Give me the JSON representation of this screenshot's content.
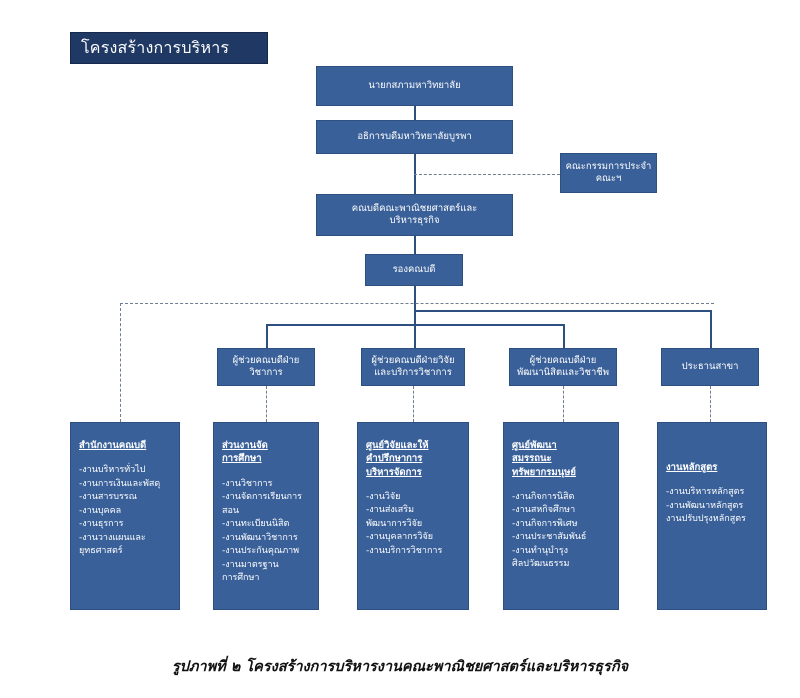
{
  "title_chip": {
    "label": "โครงสร้างการบริหาร"
  },
  "colors": {
    "box_fill": "#3a6099",
    "box_border": "#2e5080",
    "title_fill": "#1f3864",
    "connector": "#2e5080",
    "dashed_connector": "#6f7e93",
    "text": "#ffffff",
    "background": "#ffffff"
  },
  "nodes": {
    "council_president": {
      "label": "นายกสภามหาวิทยาลัย"
    },
    "university_president": {
      "label": "อธิการบดีมหาวิทยาลัยบูรพา"
    },
    "faculty_committee": {
      "label": "คณะกรรมการประจำ\nคณะฯ"
    },
    "dean": {
      "label": "คณบดีคณะพาณิชยศาสตร์และ\nบริหารธุรกิจ"
    },
    "vice_dean": {
      "label": "รองคณบดี"
    },
    "assistant_academic": {
      "label": "ผู้ช่วยคณบดีฝ่าย\nวิชาการ"
    },
    "assistant_research": {
      "label": "ผู้ช่วยคณบดีฝ่ายวิจัย\nและบริการวิชาการ"
    },
    "assistant_student": {
      "label": "ผู้ช่วยคณบดีฝ่าย\nพัฒนานิสิตและวิชาชีพ"
    },
    "department_chair": {
      "label": "ประธานสาขา"
    }
  },
  "panels": [
    {
      "key": "dean-office",
      "title": "สำนักงานคณบดี",
      "items": "-งานบริหารทั่วไป\n-งานการเงินและพัสดุ\n-งานสารบรรณ\n-งานบุคคล\n-งานธุรการ\n-งานวางแผนและ\nยุทธศาสตร์"
    },
    {
      "key": "education-division",
      "title": "ส่วนงานจัด\nการศึกษา",
      "items": "-งานวิชาการ\n-งานจัดการเรียนการ\nสอน\n-งานทะเบียนนิสิต\n-งานพัฒนาวิชาการ\n-งานประกันคุณภาพ\n-งานมาตรฐาน\nการศึกษา"
    },
    {
      "key": "research-center",
      "title": "ศูนย์วิจัยและให้\nคำปรึกษาการ\nบริหารจัดการ",
      "items": "-งานวิจัย\n-งานส่งเสริม\nพัฒนาการวิจัย\n-งานบุคลากรวิจัย\n-งานบริการวิชาการ"
    },
    {
      "key": "hr-development-center",
      "title": "ศูนย์พัฒนา\nสมรรถนะ\nทรัพยากรมนุษย์",
      "items": "-งานกิจการนิสิต\n-งานสหกิจศึกษา\n-งานกิจการพิเศษ\n-งานประชาสัมพันธ์\n-งานทำนุบำรุง\nศิลปวัฒนธรรม"
    },
    {
      "key": "curriculum-work",
      "title": "งานหลักสูตร",
      "items": "-งานบริหารหลักสูตร\n-งานพัฒนาหลักสูตร\nงานปรับปรุงหลักสูตร"
    }
  ],
  "caption": {
    "text": "รูปภาพที่ ๒ โครงสร้างการบริหารงานคณะพาณิชยศาสตร์และบริหารธุรกิจ"
  }
}
